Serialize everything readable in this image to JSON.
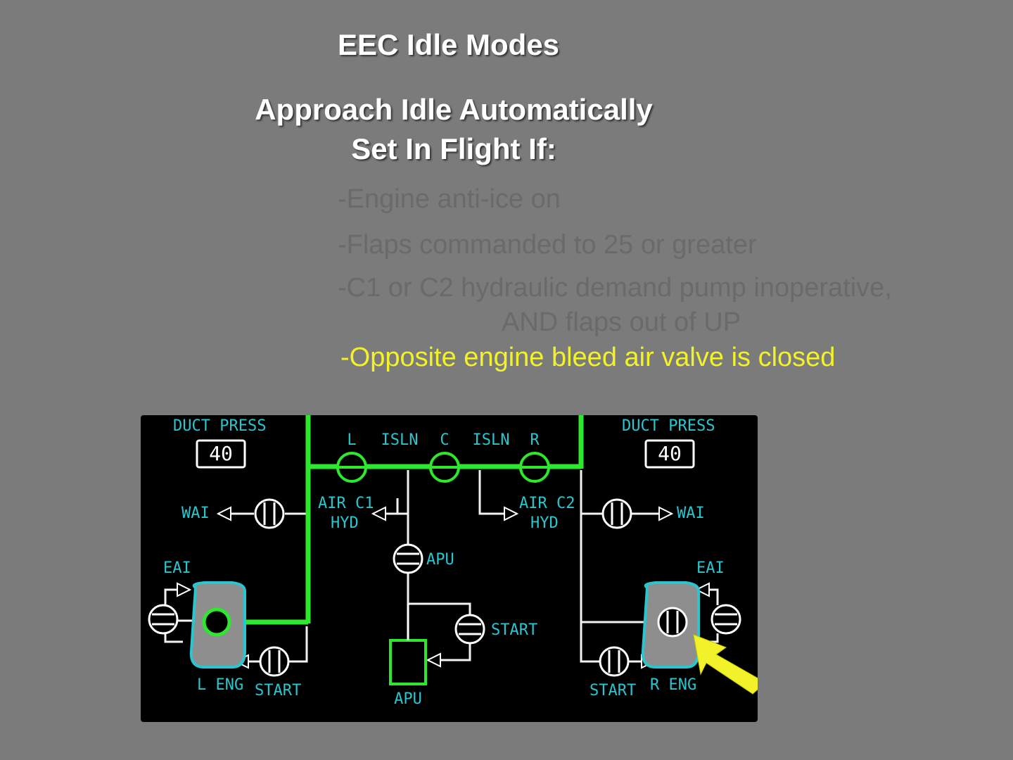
{
  "slide": {
    "title": "EEC Idle Modes",
    "subtitle_line1": "Approach Idle Automatically",
    "subtitle_line2": "Set In Flight If:",
    "conditions": [
      "-Engine anti-ice on",
      "-Flaps commanded to 25 or greater",
      "-C1 or C2 hydraulic demand pump inoperative,",
      "AND flaps out of UP",
      "-Opposite engine bleed air valve is closed"
    ]
  },
  "synoptic": {
    "left_duct_label": "DUCT PRESS",
    "left_duct_value": "40",
    "right_duct_label": "DUCT PRESS",
    "right_duct_value": "40",
    "isln_labels": [
      "L",
      "ISLN",
      "C",
      "ISLN",
      "R"
    ],
    "left_wai": "WAI",
    "right_wai": "WAI",
    "air_c1_line1": "AIR C1",
    "air_c1_line2": "HYD",
    "air_c2_line1": "AIR C2",
    "air_c2_line2": "HYD",
    "apu_valve_label": "APU",
    "start_center": "START",
    "apu_box_label": "APU",
    "left_eai": "EAI",
    "right_eai": "EAI",
    "l_eng": "L ENG",
    "r_eng": "R ENG",
    "left_start": "START",
    "right_start": "START"
  },
  "colors": {
    "background": "#7b7b7b",
    "panel": "#000000",
    "duct_pressurized": "#2ee82e",
    "label_cyan": "#29c6cf",
    "highlight_arrow": "#f2f22a",
    "condition_active": "#f2f22a"
  },
  "highlight": "right-eng-bleed-valve-closed"
}
